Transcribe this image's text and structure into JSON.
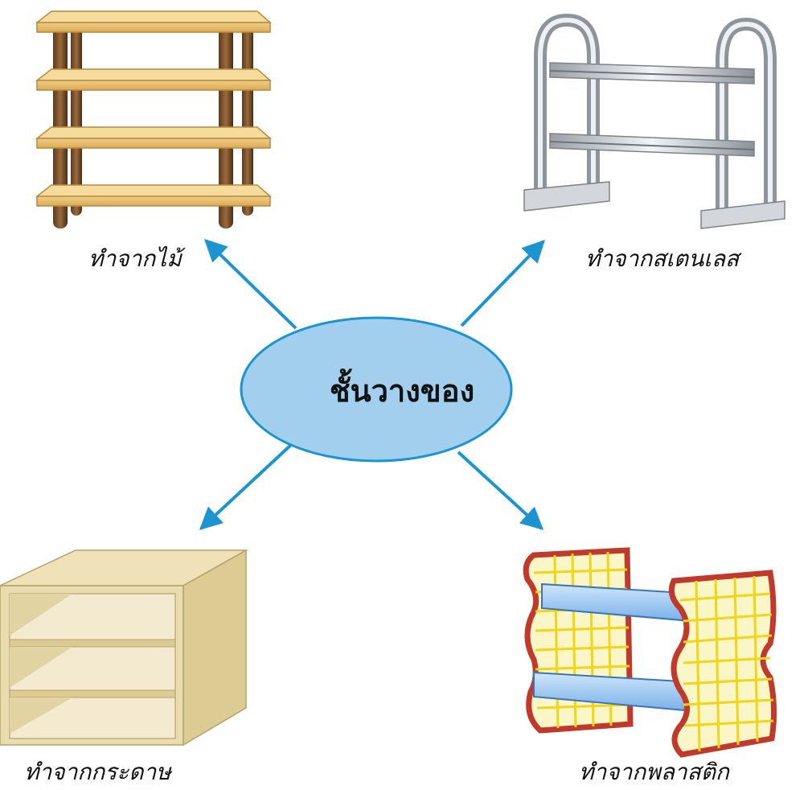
{
  "center": {
    "label": "ชั้นวางของ",
    "fill": "#a3cfee",
    "stroke": "#1a95d2"
  },
  "arrow_color": "#1a95d2",
  "branches": [
    {
      "caption": "ทำจากไม้",
      "icon": "wooden-shelf-icon"
    },
    {
      "caption": "ทำจากสเตนเลส",
      "icon": "stainless-shelf-icon"
    },
    {
      "caption": "ทำจากกระดาษ",
      "icon": "paper-cabinet-icon"
    },
    {
      "caption": "ทำจากพลาสติก",
      "icon": "plastic-rack-icon"
    }
  ]
}
